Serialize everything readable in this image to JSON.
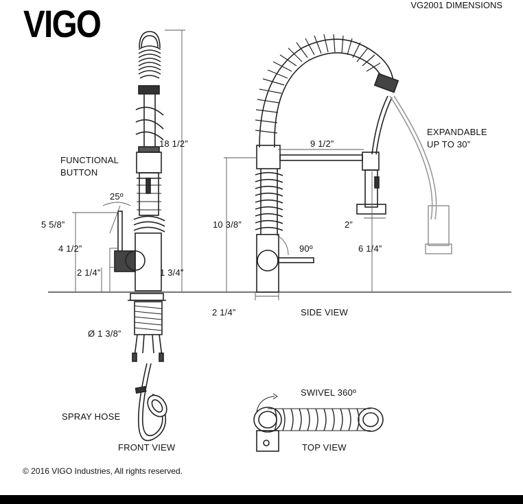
{
  "logo": {
    "text": "VIGO"
  },
  "title": "VG2001 DIMENSIONS",
  "copyright": "© 2016 VIGO Industries, All rights reserved.",
  "front_view": {
    "height_total": "18 1/2”",
    "functional_button_line1": "FUNCTIONAL",
    "functional_button_line2": "BUTTON",
    "handle_angle": "25º",
    "handle_height": "5 5/8”",
    "spout_height": "4 1/2”",
    "body_height": "2 1/4”",
    "body_diameter": "1 3/4”",
    "base_diameter": "Ø 1 3/8”",
    "spray_hose": "SPRAY HOSE",
    "caption": "FRONT VIEW"
  },
  "side_view": {
    "reach": "9 1/2”",
    "height": "10 3/8”",
    "expandable_line1": "EXPANDABLE",
    "expandable_line2": "UP TO 30”",
    "sprayer_width": "2”",
    "handle_rotation": "90º",
    "sprayer_height": "6 1/4”",
    "base_width": "2 1/4”",
    "caption": "SIDE VIEW"
  },
  "top_view": {
    "swivel": "SWIVEL 360º",
    "caption": "TOP VIEW"
  }
}
